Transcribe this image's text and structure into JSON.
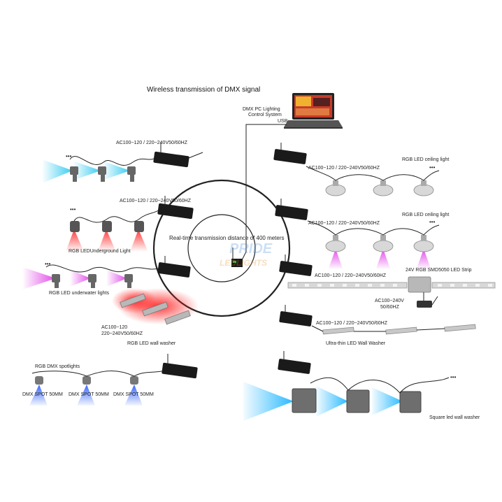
{
  "title": "Wireless transmission of DMX signal",
  "pc": {
    "label_line1": "DMX PC Lighting",
    "label_line2": "Control System",
    "usb": "USB"
  },
  "center_text": "Real-time transmission distance of 400 meters",
  "left": {
    "power_1": "AC100~120 / 220~240V50/60HZ",
    "power_2": "AC100~120 / 220~240V50/60HZ",
    "underground_label": "RGB LEDUnderground Light",
    "underwater_label": "RGB LED underwater lights",
    "washer_power_line1": "AC100~120",
    "washer_power_line2": "220~240V50/60HZ",
    "washer_label": "RGB LED wall washer",
    "spots_title": "RGB DMX spotlights",
    "spot_labels": [
      "DMX SPOT 50MM",
      "DMX SPOT 50MM",
      "DMX SPOT 50MM"
    ]
  },
  "right": {
    "ceiling_power_1": "AC100~120 / 220~240V50/60HZ",
    "ceiling_label_1": "RGB LED ceiling light",
    "ceiling_power_2": "AC100~120 / 220~240V50/60HZ",
    "ceiling_label_2": "RGB LED ceiling light",
    "strip_power": "AC100~120 / 220~240V50/60HZ",
    "strip_label": "24V RGB SMD5050 LED Strip",
    "adapter_line1": "AC100~240V",
    "adapter_line2": "50/60HZ",
    "thin_power": "AC100~120 / 220~240V50/60HZ",
    "thin_label": "Ultra-thin LED Wall Washer",
    "square_label": "Square led wall washer"
  },
  "watermark": {
    "line1": "PRIDE",
    "line2": "LEDLIGHTS"
  },
  "colors": {
    "cyan": "#2ec9f0",
    "red": "#ff2a2a",
    "magenta": "#e040e8",
    "blue": "#2a5cff",
    "controller": "#1a1a1a"
  }
}
